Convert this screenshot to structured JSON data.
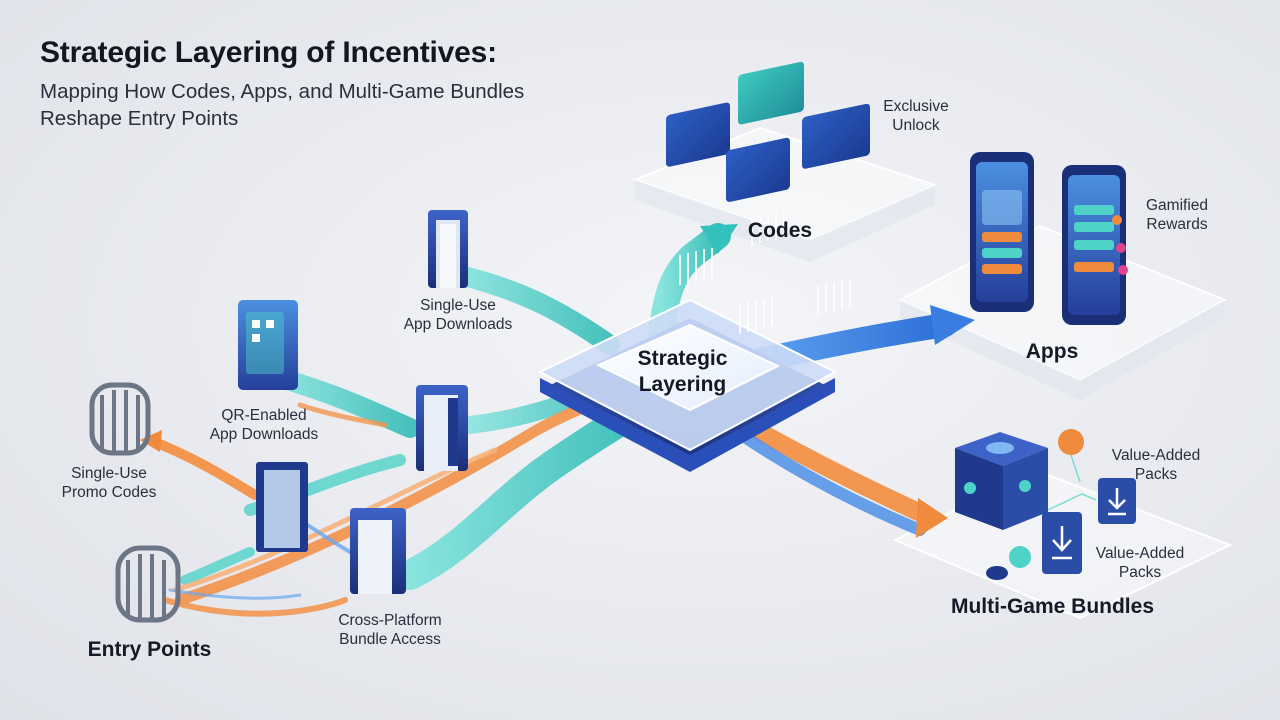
{
  "header": {
    "title": "Strategic Layering of Incentives:",
    "subtitle_line1": "Mapping How Codes, Apps, and Multi-Game Bundles",
    "subtitle_line2": "Reshape Entry Points"
  },
  "hub": {
    "line1": "Strategic",
    "line2": "Layering"
  },
  "entry_labels": {
    "single_use_app_1": "Single-Use",
    "single_use_app_2": "App Downloads",
    "qr_app_1": "QR-Enabled",
    "qr_app_2": "App Downloads",
    "promo_1": "Single-Use",
    "promo_2": "Promo Codes",
    "cross_1": "Cross-Platform",
    "cross_2": "Bundle Access",
    "entry_points": "Entry Points"
  },
  "destinations": {
    "codes": {
      "title": "Codes",
      "note_1": "Exclusive",
      "note_2": "Unlock"
    },
    "apps": {
      "title": "Apps",
      "note_1": "Gamified",
      "note_2": "Rewards"
    },
    "bundles": {
      "title": "Multi-Game Bundles",
      "note_a1": "Value-Added",
      "note_a2": "Packs",
      "note_b1": "Value-Added",
      "note_b2": "Packs"
    }
  },
  "colors": {
    "teal": "#35c6c0",
    "orange": "#f08a3c",
    "blue": "#3b7fe0",
    "navy": "#1f3a8c"
  }
}
